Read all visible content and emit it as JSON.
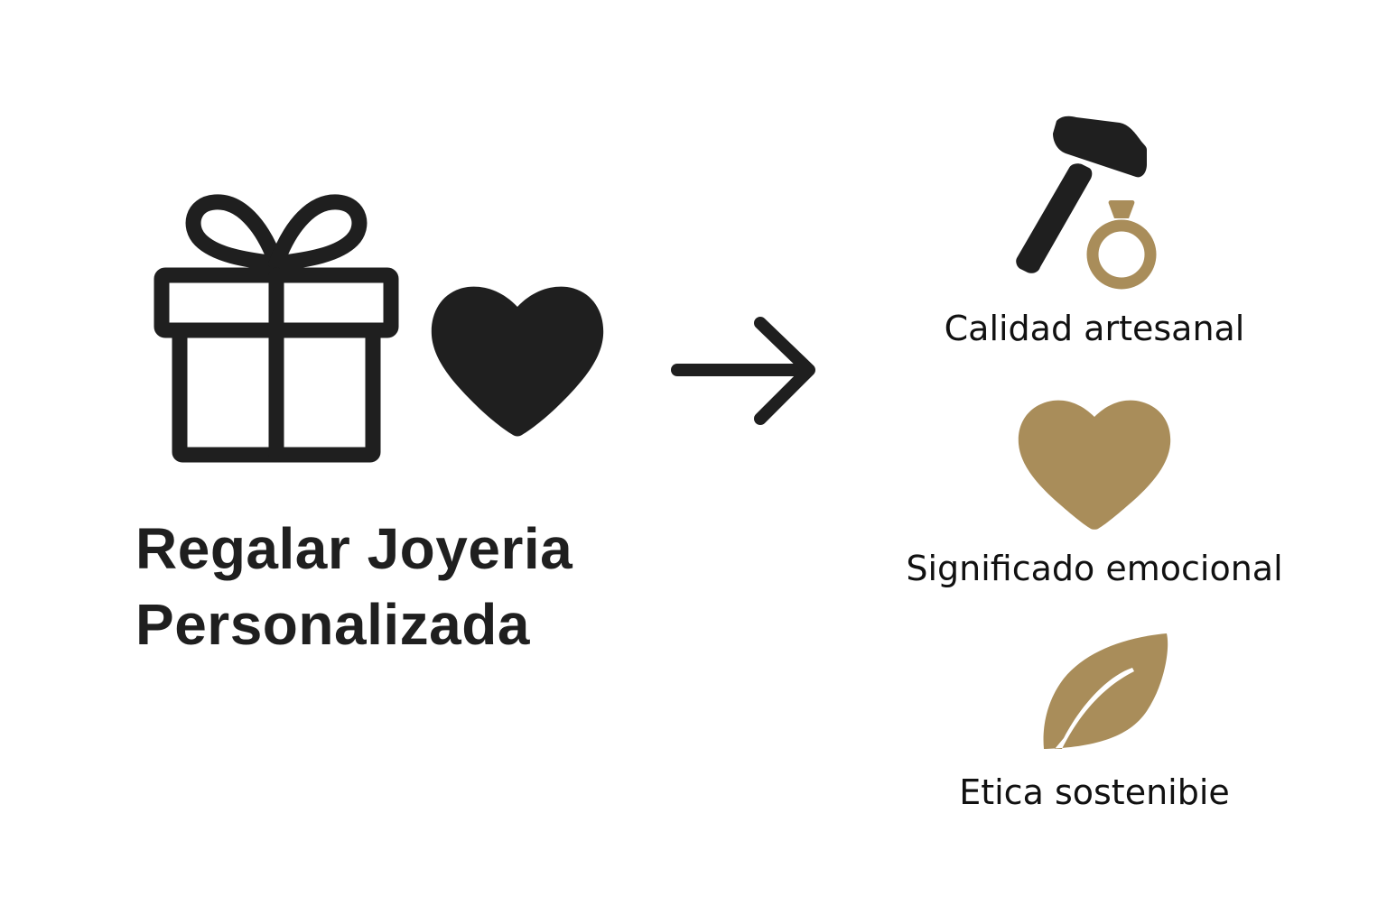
{
  "main": {
    "title_line1": "Regalar Joyeria",
    "title_line2": "Personalizada",
    "icons": {
      "gift": "gift-icon",
      "heart": "heart-icon",
      "arrow": "arrow-right-icon"
    }
  },
  "benefits": [
    {
      "icon": "hammer-ring-icon",
      "label": "Calidad artesanal"
    },
    {
      "icon": "heart-icon",
      "label": "Significado emocional"
    },
    {
      "icon": "leaf-icon",
      "label": "Etica sostenibie"
    }
  ],
  "colors": {
    "dark": "#1f1f1f",
    "gold": "#a98d5a",
    "background": "#ffffff"
  }
}
